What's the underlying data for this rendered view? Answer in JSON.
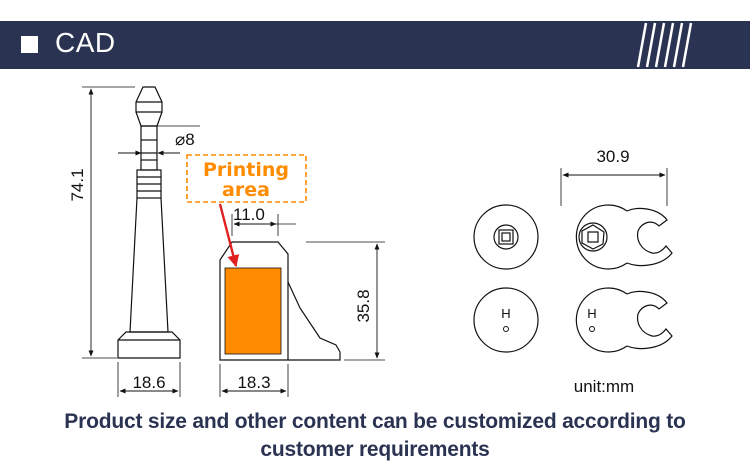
{
  "header": {
    "title": "CAD",
    "stripes_icon": "diagonal-stripes-icon"
  },
  "drawing": {
    "dimensions": {
      "total_height": "74.1",
      "diameter": "⌀8",
      "body_height": "35.8",
      "top_width": "11.0",
      "bolt_base_width": "18.6",
      "body_width": "18.3",
      "width": "30.9"
    },
    "callout": {
      "line1": "Printing",
      "line2": "area"
    },
    "top_view_markings": {
      "left": "H",
      "right": "H"
    },
    "unit": "unit:mm"
  },
  "caption": {
    "line1": "Product size and other content can be customized according to",
    "line2": "customer requirements"
  },
  "colors": {
    "header_bg": "#2b3352",
    "accent": "#ff8c00",
    "arrow": "#e02020",
    "caption": "#2b3352"
  }
}
